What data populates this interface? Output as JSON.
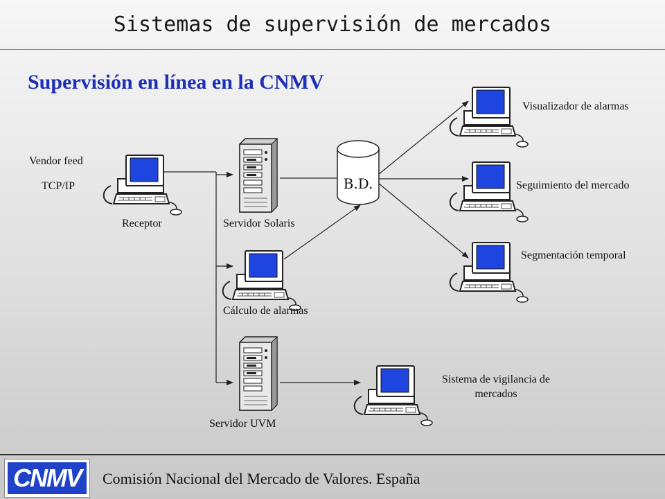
{
  "header": {
    "title": "Sistemas de supervisión de mercados",
    "subtitle": "Supervisión en línea en la CNMV"
  },
  "nodes": {
    "vendor_feed": "Vendor feed",
    "tcp_ip": "TCP/IP",
    "receptor": "Receptor",
    "servidor_solaris": "Servidor Solaris",
    "bd": "B.D.",
    "calculo_alarmas": "Cálculo de alarmas",
    "servidor_uvm": "Servidor UVM",
    "visualizador_alarmas": "Visualizador de alarmas",
    "seguimiento_mercado": "Seguimiento del mercado",
    "segmentacion_temporal": "Segmentación temporal",
    "sistema_vigilancia": "Sistema de vigilancia de mercados"
  },
  "footer": {
    "logo_text": "CNMV",
    "org": "Comisión Nacional del Mercado de Valores. España"
  },
  "colors": {
    "title_rule": "#d45a5a",
    "subtitle": "#1e2fb8",
    "monitor_screen": "#1f45e0",
    "logo_blue": "#1f42c8"
  }
}
